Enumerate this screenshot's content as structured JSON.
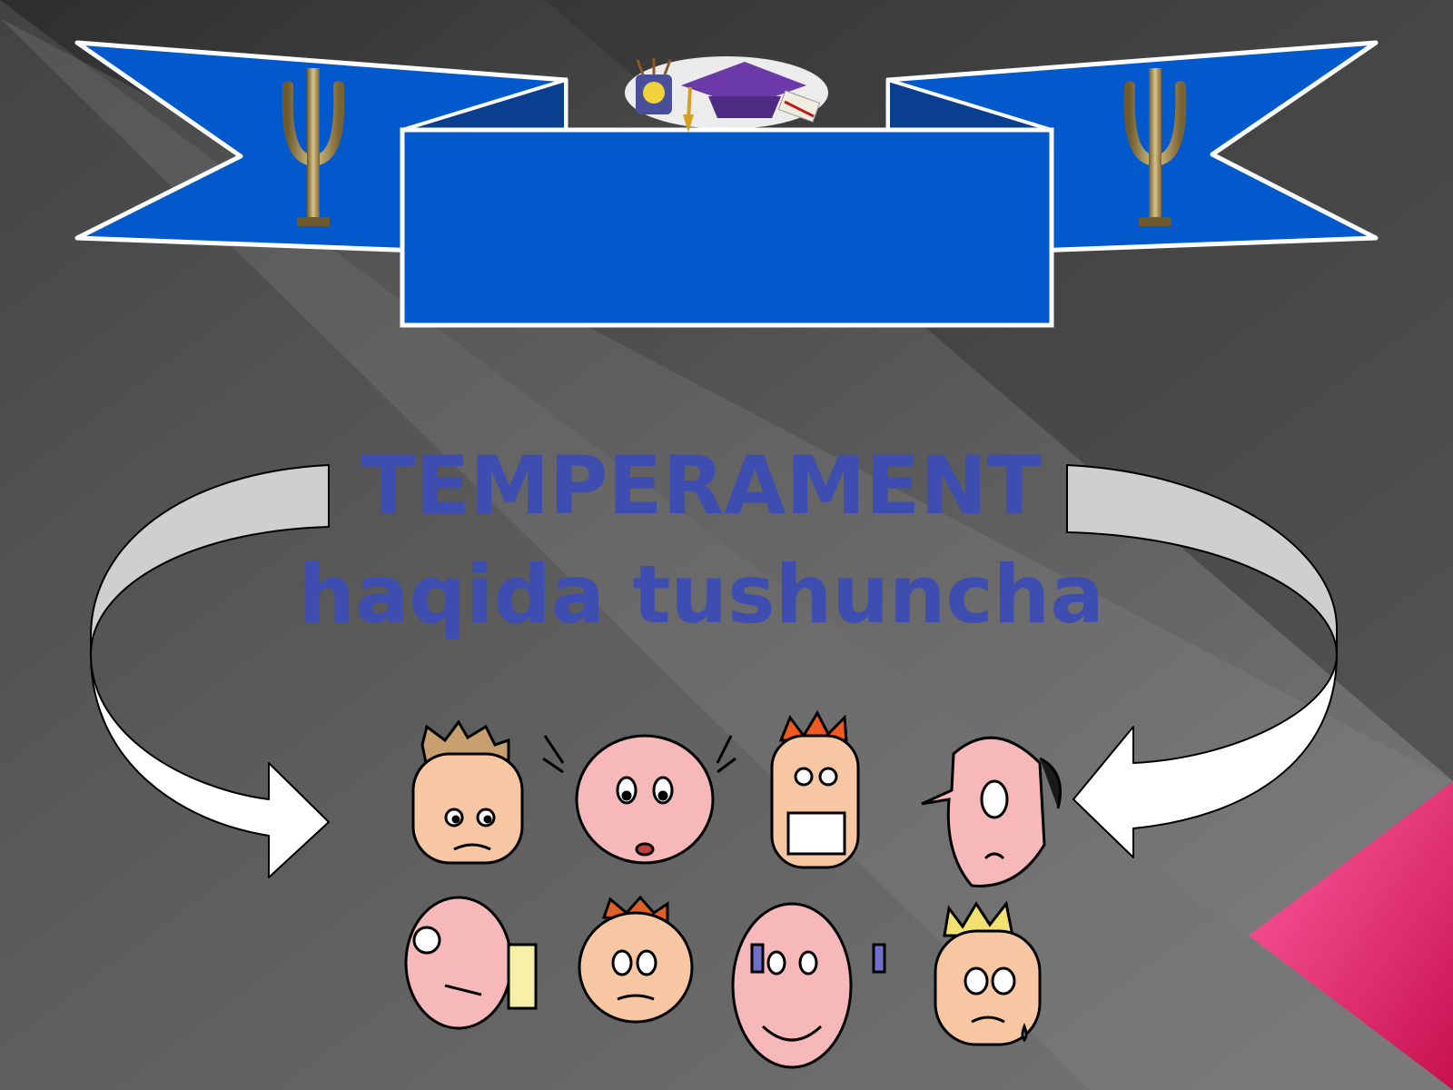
{
  "slide": {
    "title_line1": "TEMPERAMENT",
    "title_line2": "haqida tushuncha",
    "title_color": "#3d4db0"
  },
  "colors": {
    "banner_blue": "#0259cc",
    "banner_border": "#ffffff",
    "background_dark": "#3a3a3a",
    "background_light": "#7a7a7a",
    "accent_pink": "#e0206e",
    "psi_gold": "#b59a5a"
  },
  "icons": {
    "banner_left_symbol": "psi-icon",
    "banner_right_symbol": "psi-icon",
    "banner_center_emblem": "graduation-cap-icon",
    "faces": "cartoon-faces"
  }
}
